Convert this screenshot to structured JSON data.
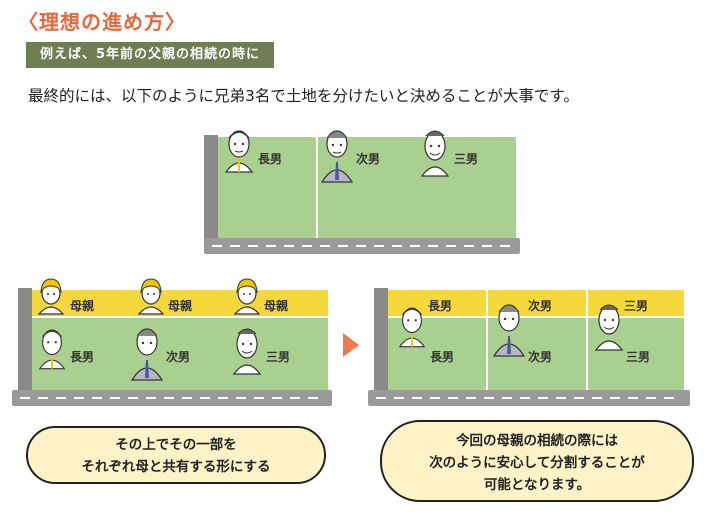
{
  "header": {
    "title": "〈理想の進め方〉",
    "subtitle": "例えば、5年前の父親の相続の時に",
    "lead": "最終的には、以下のように兄弟3名で土地を分けたいと決めることが大事です。"
  },
  "top_plot": {
    "labels": [
      "長男",
      "次男",
      "三男"
    ]
  },
  "bottom_left": {
    "mother": [
      "母親",
      "母親",
      "母親"
    ],
    "sons": [
      "長男",
      "次男",
      "三男"
    ]
  },
  "bottom_right": {
    "top": [
      "長男",
      "次男",
      "三男"
    ],
    "bottom": [
      "長男",
      "次男",
      "三男"
    ]
  },
  "bubble_left": {
    "line1": "その上でその一部を",
    "line2": "それぞれ母と共有する形にする"
  },
  "bubble_right": {
    "line1": "今回の母親の相続の際には",
    "line2": "次のように安心して分割することが",
    "line3": "可能となります。"
  },
  "colors": {
    "title": "#e8663a",
    "subtitle_bg": "#6f7d52",
    "grass": "#a9d08e",
    "mother_strip": "#f5d83b",
    "arrow": "#f07a4a",
    "bubble": "#fdf3c7"
  }
}
